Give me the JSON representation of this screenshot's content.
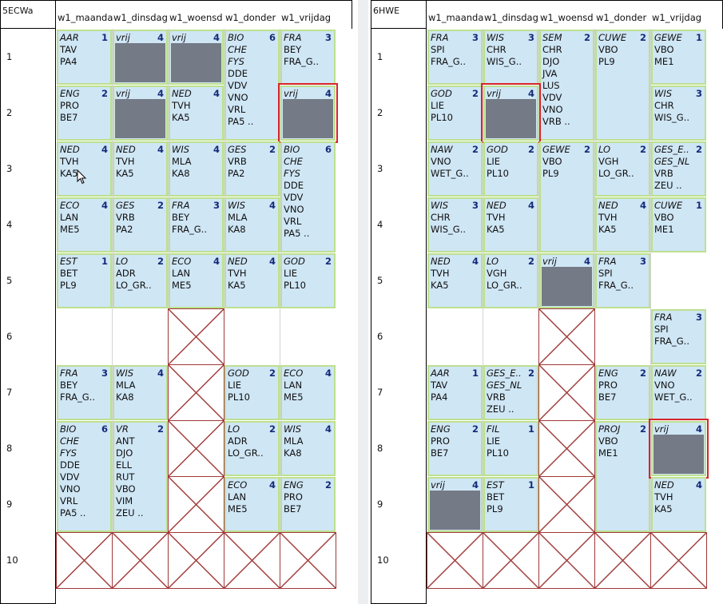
{
  "days": [
    "w1_maanda",
    "w1_dinsdag",
    "w1_woensd",
    "w1_donder",
    "w1_vrijdag"
  ],
  "hours": [
    "1",
    "2",
    "3",
    "4",
    "5",
    "6",
    "7",
    "8",
    "9",
    "10"
  ],
  "grids": [
    {
      "name": "5ECWa",
      "cells": [
        {
          "d": 0,
          "h": 0,
          "span": 1,
          "subject": "AAR",
          "count": "1",
          "lines": [
            "TAV",
            "PA4"
          ]
        },
        {
          "d": 1,
          "h": 0,
          "span": 1,
          "subject": "vrij",
          "count": "4",
          "free": true
        },
        {
          "d": 2,
          "h": 0,
          "span": 1,
          "subject": "vrij",
          "count": "4",
          "free": true
        },
        {
          "d": 3,
          "h": 0,
          "span": 2,
          "subject": "BIO",
          "count": "6",
          "lines": [
            "CHE",
            "FYS",
            "DDE",
            "VDV",
            "VNO",
            "VRL",
            "PA5 .."
          ],
          "italic": 2
        },
        {
          "d": 4,
          "h": 0,
          "span": 1,
          "subject": "FRA",
          "count": "3",
          "lines": [
            "BEY",
            "FRA_G.."
          ]
        },
        {
          "d": 0,
          "h": 1,
          "span": 1,
          "subject": "ENG",
          "count": "2",
          "lines": [
            "PRO",
            "BE7"
          ]
        },
        {
          "d": 1,
          "h": 1,
          "span": 1,
          "subject": "vrij",
          "count": "4",
          "free": true
        },
        {
          "d": 2,
          "h": 1,
          "span": 1,
          "subject": "NED",
          "count": "4",
          "lines": [
            "TVH",
            "KA5"
          ]
        },
        {
          "d": 4,
          "h": 1,
          "span": 1,
          "subject": "vrij",
          "count": "4",
          "free": true,
          "selected": true
        },
        {
          "d": 0,
          "h": 2,
          "span": 1,
          "subject": "NED",
          "count": "4",
          "lines": [
            "TVH",
            "KA5"
          ]
        },
        {
          "d": 1,
          "h": 2,
          "span": 1,
          "subject": "NED",
          "count": "4",
          "lines": [
            "TVH",
            "KA5"
          ]
        },
        {
          "d": 2,
          "h": 2,
          "span": 1,
          "subject": "WIS",
          "count": "4",
          "lines": [
            "MLA",
            "KA8"
          ]
        },
        {
          "d": 3,
          "h": 2,
          "span": 1,
          "subject": "GES",
          "count": "2",
          "lines": [
            "VRB",
            "PA2"
          ]
        },
        {
          "d": 4,
          "h": 2,
          "span": 2,
          "subject": "BIO",
          "count": "6",
          "lines": [
            "CHE",
            "FYS",
            "DDE",
            "VDV",
            "VNO",
            "VRL",
            "PA5 .."
          ],
          "italic": 2
        },
        {
          "d": 0,
          "h": 3,
          "span": 1,
          "subject": "ECO",
          "count": "4",
          "lines": [
            "LAN",
            "ME5"
          ]
        },
        {
          "d": 1,
          "h": 3,
          "span": 1,
          "subject": "GES",
          "count": "2",
          "lines": [
            "VRB",
            "PA2"
          ]
        },
        {
          "d": 2,
          "h": 3,
          "span": 1,
          "subject": "FRA",
          "count": "3",
          "lines": [
            "BEY",
            "FRA_G.."
          ]
        },
        {
          "d": 3,
          "h": 3,
          "span": 1,
          "subject": "WIS",
          "count": "4",
          "lines": [
            "MLA",
            "KA8"
          ]
        },
        {
          "d": 0,
          "h": 4,
          "span": 1,
          "subject": "EST",
          "count": "1",
          "lines": [
            "BET",
            "PL9"
          ]
        },
        {
          "d": 1,
          "h": 4,
          "span": 1,
          "subject": "LO",
          "count": "2",
          "lines": [
            "ADR",
            "LO_GR.."
          ]
        },
        {
          "d": 2,
          "h": 4,
          "span": 1,
          "subject": "ECO",
          "count": "4",
          "lines": [
            "LAN",
            "ME5"
          ]
        },
        {
          "d": 3,
          "h": 4,
          "span": 1,
          "subject": "NED",
          "count": "4",
          "lines": [
            "TVH",
            "KA5"
          ]
        },
        {
          "d": 4,
          "h": 4,
          "span": 1,
          "subject": "GOD",
          "count": "2",
          "lines": [
            "LIE",
            "PL10"
          ]
        },
        {
          "d": 0,
          "h": 6,
          "span": 1,
          "subject": "FRA",
          "count": "3",
          "lines": [
            "BEY",
            "FRA_G.."
          ]
        },
        {
          "d": 1,
          "h": 6,
          "span": 1,
          "subject": "WIS",
          "count": "4",
          "lines": [
            "MLA",
            "KA8"
          ]
        },
        {
          "d": 3,
          "h": 6,
          "span": 1,
          "subject": "GOD",
          "count": "2",
          "lines": [
            "LIE",
            "PL10"
          ]
        },
        {
          "d": 4,
          "h": 6,
          "span": 1,
          "subject": "ECO",
          "count": "4",
          "lines": [
            "LAN",
            "ME5"
          ]
        },
        {
          "d": 0,
          "h": 7,
          "span": 2,
          "subject": "BIO",
          "count": "6",
          "lines": [
            "CHE",
            "FYS",
            "DDE",
            "VDV",
            "VNO",
            "VRL",
            "PA5 .."
          ],
          "italic": 2
        },
        {
          "d": 1,
          "h": 7,
          "span": 2,
          "subject": "VR",
          "count": "2",
          "lines": [
            "ANT",
            "DJO",
            "ELL",
            "RUT",
            "VBO",
            "VIM",
            "ZEU .."
          ]
        },
        {
          "d": 3,
          "h": 7,
          "span": 1,
          "subject": "LO",
          "count": "2",
          "lines": [
            "ADR",
            "LO_GR.."
          ]
        },
        {
          "d": 4,
          "h": 7,
          "span": 1,
          "subject": "WIS",
          "count": "4",
          "lines": [
            "MLA",
            "KA8"
          ]
        },
        {
          "d": 3,
          "h": 8,
          "span": 1,
          "subject": "ECO",
          "count": "4",
          "lines": [
            "LAN",
            "ME5"
          ]
        },
        {
          "d": 4,
          "h": 8,
          "span": 1,
          "subject": "ENG",
          "count": "2",
          "lines": [
            "PRO",
            "BE7"
          ]
        }
      ],
      "blocked": [
        [
          2,
          5
        ],
        [
          2,
          6
        ],
        [
          2,
          7
        ],
        [
          2,
          8
        ],
        [
          0,
          9
        ],
        [
          1,
          9
        ],
        [
          2,
          9
        ],
        [
          3,
          9
        ],
        [
          4,
          9
        ]
      ]
    },
    {
      "name": "6HWE",
      "cells": [
        {
          "d": 0,
          "h": 0,
          "span": 1,
          "subject": "FRA",
          "count": "3",
          "lines": [
            "SPI",
            "FRA_G.."
          ]
        },
        {
          "d": 1,
          "h": 0,
          "span": 1,
          "subject": "WIS",
          "count": "3",
          "lines": [
            "CHR",
            "WIS_G.."
          ]
        },
        {
          "d": 2,
          "h": 0,
          "span": 2,
          "subject": "SEM",
          "count": "2",
          "lines": [
            "CHR",
            "DJO",
            "JVA",
            "LUS",
            "VDV",
            "VNO",
            "VRB .."
          ]
        },
        {
          "d": 3,
          "h": 0,
          "span": 2,
          "subject": "CUWE",
          "count": "2",
          "lines": [
            "VBO",
            "PL9"
          ]
        },
        {
          "d": 4,
          "h": 0,
          "span": 1,
          "subject": "GEWE",
          "count": "1",
          "lines": [
            "VBO",
            "ME1"
          ]
        },
        {
          "d": 0,
          "h": 1,
          "span": 1,
          "subject": "GOD",
          "count": "2",
          "lines": [
            "LIE",
            "PL10"
          ]
        },
        {
          "d": 1,
          "h": 1,
          "span": 1,
          "subject": "vrij",
          "count": "4",
          "free": true,
          "selected": true
        },
        {
          "d": 4,
          "h": 1,
          "span": 1,
          "subject": "WIS",
          "count": "3",
          "lines": [
            "CHR",
            "WIS_G.."
          ]
        },
        {
          "d": 0,
          "h": 2,
          "span": 1,
          "subject": "NAW",
          "count": "2",
          "lines": [
            "VNO",
            "WET_G.."
          ]
        },
        {
          "d": 1,
          "h": 2,
          "span": 1,
          "subject": "GOD",
          "count": "2",
          "lines": [
            "LIE",
            "PL10"
          ]
        },
        {
          "d": 2,
          "h": 2,
          "span": 2,
          "subject": "GEWE",
          "count": "2",
          "lines": [
            "VBO",
            "PL9"
          ]
        },
        {
          "d": 3,
          "h": 2,
          "span": 1,
          "subject": "LO",
          "count": "2",
          "lines": [
            "VGH",
            "LO_GR.."
          ]
        },
        {
          "d": 4,
          "h": 2,
          "span": 1,
          "subject": "GES_E..",
          "count": "2",
          "lines": [
            "GES_NL",
            "VRB",
            "ZEU .."
          ],
          "italic": 1
        },
        {
          "d": 0,
          "h": 3,
          "span": 1,
          "subject": "WIS",
          "count": "3",
          "lines": [
            "CHR",
            "WIS_G.."
          ]
        },
        {
          "d": 1,
          "h": 3,
          "span": 1,
          "subject": "NED",
          "count": "4",
          "lines": [
            "TVH",
            "KA5"
          ]
        },
        {
          "d": 3,
          "h": 3,
          "span": 1,
          "subject": "NED",
          "count": "4",
          "lines": [
            "TVH",
            "KA5"
          ]
        },
        {
          "d": 4,
          "h": 3,
          "span": 1,
          "subject": "CUWE",
          "count": "1",
          "lines": [
            "VBO",
            "ME1"
          ]
        },
        {
          "d": 0,
          "h": 4,
          "span": 1,
          "subject": "NED",
          "count": "4",
          "lines": [
            "TVH",
            "KA5"
          ]
        },
        {
          "d": 1,
          "h": 4,
          "span": 1,
          "subject": "LO",
          "count": "2",
          "lines": [
            "VGH",
            "LO_GR.."
          ]
        },
        {
          "d": 2,
          "h": 4,
          "span": 1,
          "subject": "vrij",
          "count": "4",
          "free": true
        },
        {
          "d": 3,
          "h": 4,
          "span": 1,
          "subject": "FRA",
          "count": "3",
          "lines": [
            "SPI",
            "FRA_G.."
          ]
        },
        {
          "d": 4,
          "h": 5,
          "span": 1,
          "subject": "FRA",
          "count": "3",
          "lines": [
            "SPI",
            "FRA_G.."
          ]
        },
        {
          "d": 0,
          "h": 6,
          "span": 1,
          "subject": "AAR",
          "count": "1",
          "lines": [
            "TAV",
            "PA4"
          ]
        },
        {
          "d": 1,
          "h": 6,
          "span": 1,
          "subject": "GES_E..",
          "count": "2",
          "lines": [
            "GES_NL",
            "VRB",
            "ZEU .."
          ],
          "italic": 1
        },
        {
          "d": 3,
          "h": 6,
          "span": 1,
          "subject": "ENG",
          "count": "2",
          "lines": [
            "PRO",
            "BE7"
          ]
        },
        {
          "d": 4,
          "h": 6,
          "span": 1,
          "subject": "NAW",
          "count": "2",
          "lines": [
            "VNO",
            "WET_G.."
          ]
        },
        {
          "d": 0,
          "h": 7,
          "span": 1,
          "subject": "ENG",
          "count": "2",
          "lines": [
            "PRO",
            "BE7"
          ]
        },
        {
          "d": 1,
          "h": 7,
          "span": 1,
          "subject": "FIL",
          "count": "1",
          "lines": [
            "LIE",
            "PL10"
          ]
        },
        {
          "d": 3,
          "h": 7,
          "span": 2,
          "subject": "PROJ",
          "count": "2",
          "lines": [
            "VBO",
            "ME1"
          ]
        },
        {
          "d": 4,
          "h": 7,
          "span": 1,
          "subject": "vrij",
          "count": "4",
          "free": true,
          "selected": true
        },
        {
          "d": 0,
          "h": 8,
          "span": 1,
          "subject": "vrij",
          "count": "4",
          "free": true
        },
        {
          "d": 1,
          "h": 8,
          "span": 1,
          "subject": "EST",
          "count": "1",
          "lines": [
            "BET",
            "PL9"
          ]
        },
        {
          "d": 4,
          "h": 8,
          "span": 1,
          "subject": "NED",
          "count": "4",
          "lines": [
            "TVH",
            "KA5"
          ]
        }
      ],
      "blocked": [
        [
          2,
          5
        ],
        [
          2,
          6
        ],
        [
          2,
          7
        ],
        [
          2,
          8
        ],
        [
          0,
          9
        ],
        [
          1,
          9
        ],
        [
          2,
          9
        ],
        [
          3,
          9
        ],
        [
          4,
          9
        ]
      ]
    }
  ]
}
